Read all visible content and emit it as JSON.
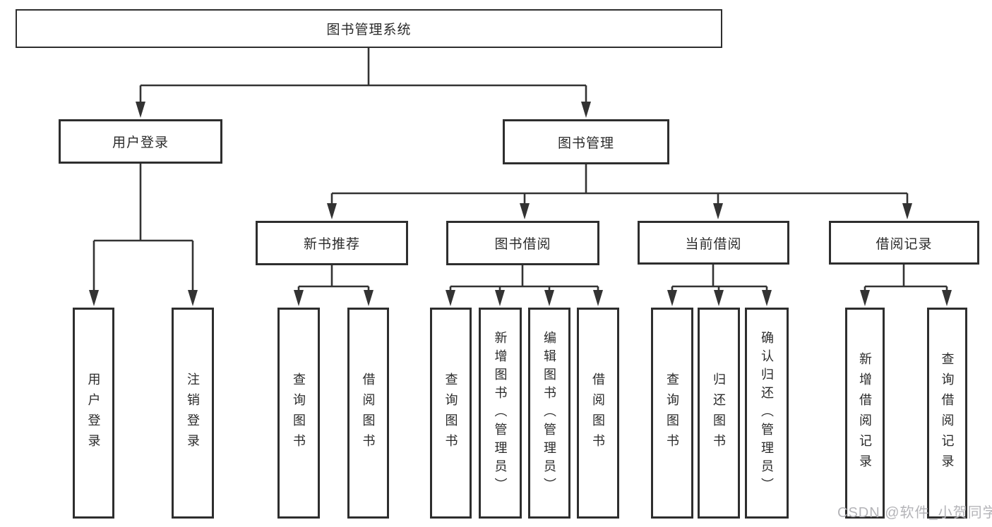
{
  "diagram": {
    "title_node": "图书管理系统",
    "level2": {
      "user_login": "用户登录",
      "book_management": "图书管理"
    },
    "level3": {
      "new_book_recommend": "新书推荐",
      "book_borrow": "图书借阅",
      "current_borrow": "当前借阅",
      "borrow_record": "借阅记录"
    },
    "leaves": {
      "user_login": "用户登录",
      "logout": "注销登录",
      "query_book_recommend": "查询图书",
      "borrow_book_recommend": "借阅图书",
      "query_book_borrow": "查询图书",
      "add_book_admin": "新增图书（管理员）",
      "edit_book_admin": "编辑图书（管理员）",
      "borrow_book_borrow": "借阅图书",
      "query_book_current": "查询图书",
      "return_book": "归还图书",
      "confirm_return_admin": "确认归还（管理员）",
      "add_borrow_record": "新增借阅记录",
      "query_borrow_record": "查询借阅记录"
    },
    "watermark": "CSDN @软件_小贺同学",
    "colors": {
      "line": "#333333",
      "border": "#2e2e2e",
      "text": "#2b2b2b",
      "watermark": "#b4b4b8",
      "background": "#ffffff"
    }
  }
}
